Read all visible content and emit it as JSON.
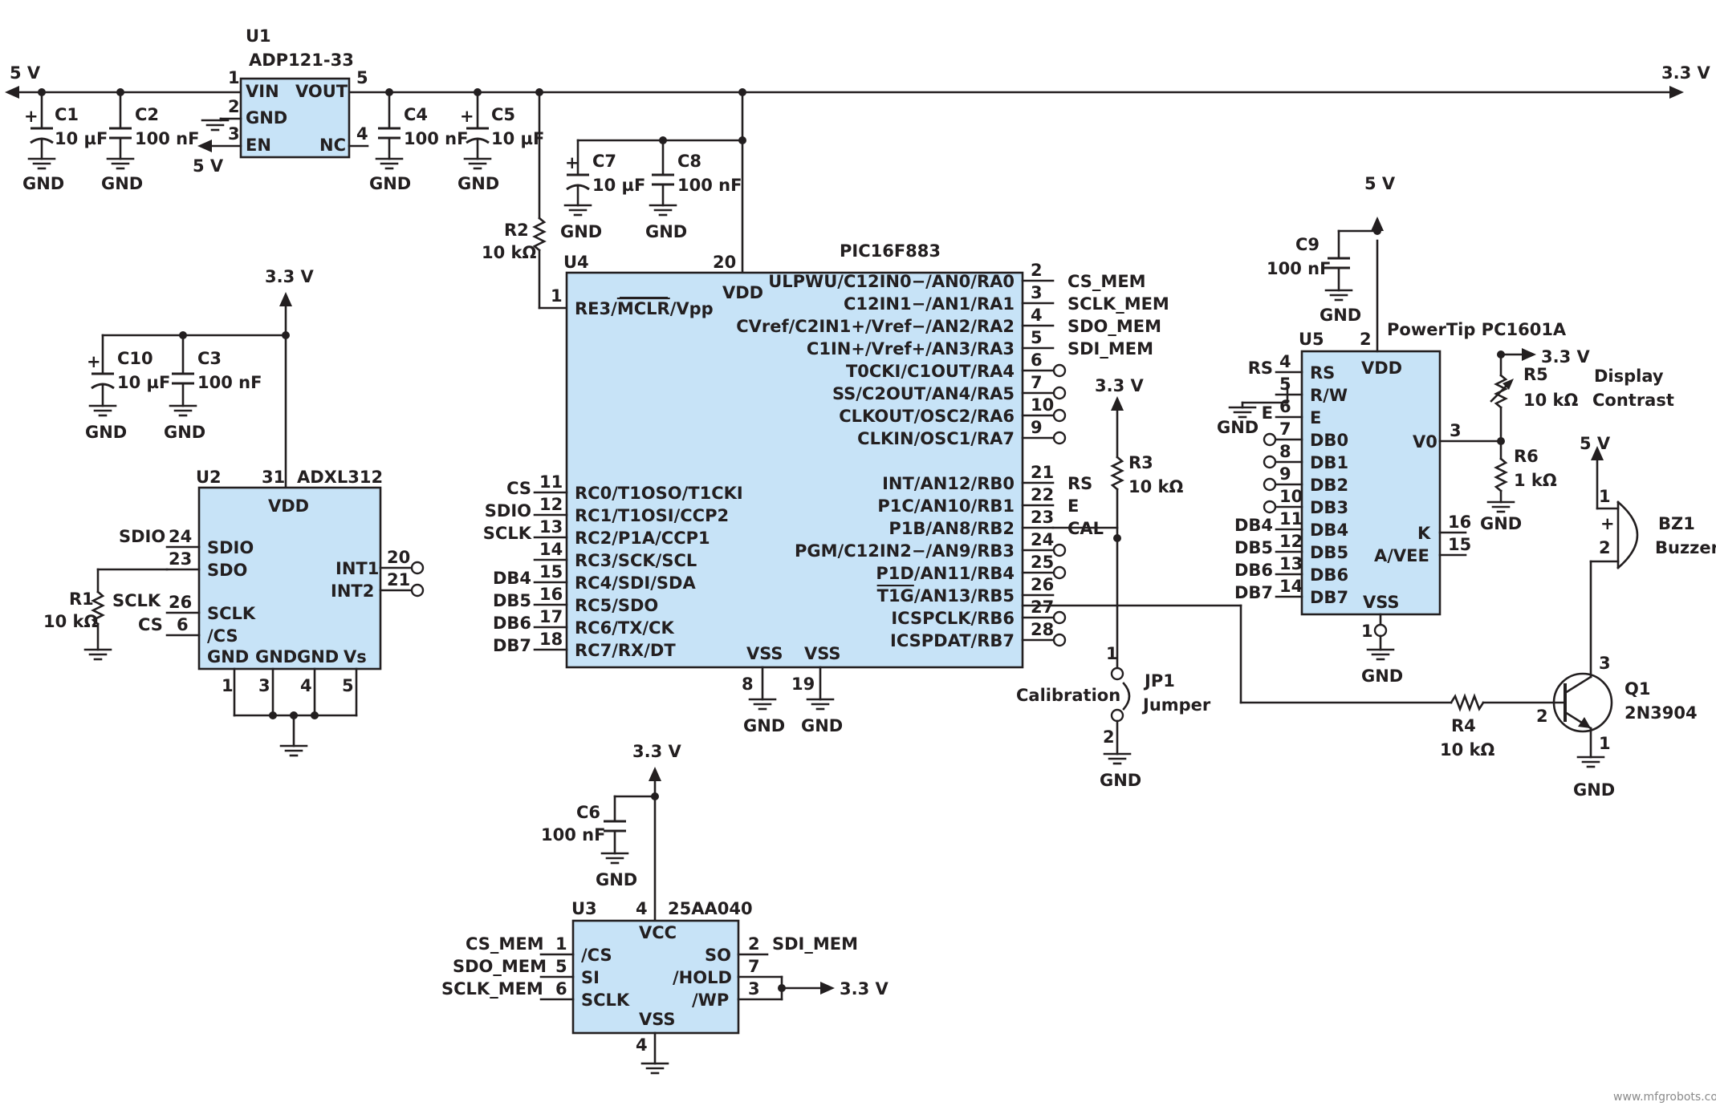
{
  "rails": {
    "rail_5v_left": "5 V",
    "rail_3v3_right": "3.3 V"
  },
  "u1": {
    "ref": "U1",
    "part": "ADP121-33",
    "pins": {
      "vin": "VIN",
      "gnd": "GND",
      "en": "EN",
      "vout": "VOUT",
      "nc": "NC",
      "n1": "1",
      "n2": "2",
      "n3": "3",
      "n4": "4",
      "n5": "5"
    },
    "en_supply": "5 V"
  },
  "caps": {
    "c1": {
      "ref": "C1",
      "value": "10 µF"
    },
    "c2": {
      "ref": "C2",
      "value": "100 nF"
    },
    "c4": {
      "ref": "C4",
      "value": "100 nF"
    },
    "c5": {
      "ref": "C5",
      "value": "10 µF"
    },
    "c7": {
      "ref": "C7",
      "value": "10 µF"
    },
    "c8": {
      "ref": "C8",
      "value": "100 nF"
    },
    "c9": {
      "ref": "C9",
      "value": "100 nF"
    },
    "c10": {
      "ref": "C10",
      "value": "10 µF"
    },
    "c3": {
      "ref": "C3",
      "value": "100 nF"
    },
    "c6": {
      "ref": "C6",
      "value": "100 nF"
    }
  },
  "res": {
    "r1": {
      "ref": "R1",
      "value": "10 kΩ"
    },
    "r2": {
      "ref": "R2",
      "value": "10 kΩ"
    },
    "r3": {
      "ref": "R3",
      "value": "10 kΩ"
    },
    "r4": {
      "ref": "R4",
      "value": "10 kΩ"
    },
    "r5": {
      "ref": "R5",
      "value": "10 kΩ"
    },
    "r6": {
      "ref": "R6",
      "value": "1 kΩ"
    }
  },
  "gnd": "GND",
  "plus": "+",
  "supply_3v3": "3.3 V",
  "supply_5v": "5 V",
  "u4": {
    "ref": "U4",
    "part": "PIC16F883",
    "vdd": "VDD",
    "vss": "VSS",
    "pin_vdd": "20",
    "pin_mclr": "1",
    "pin_vss1": "8",
    "pin_vss2": "19",
    "mclr_pre": "RE3/",
    "mclr_bar": "MCLR",
    "mclr_post": "/Vpp",
    "right": [
      {
        "num": "2",
        "label": "ULPWU/C12IN0−/AN0/RA0",
        "net": "CS_MEM"
      },
      {
        "num": "3",
        "label": "C12IN1−/AN1/RA1",
        "net": "SCLK_MEM"
      },
      {
        "num": "4",
        "label": "CVref/C2IN1+/Vref−/AN2/RA2",
        "net": "SDO_MEM"
      },
      {
        "num": "5",
        "label": "C1IN+/Vref+/AN3/RA3",
        "net": "SDI_MEM"
      },
      {
        "num": "6",
        "label": "T0CKI/C1OUT/RA4",
        "net": ""
      },
      {
        "num": "7",
        "label": "SS/C2OUT/AN4/RA5",
        "net": ""
      },
      {
        "num": "10",
        "label": "CLKOUT/OSC2/RA6",
        "net": ""
      },
      {
        "num": "9",
        "label": "CLKIN/OSC1/RA7",
        "net": ""
      },
      {
        "num": "21",
        "label": "INT/AN12/RB0",
        "net": "RS"
      },
      {
        "num": "22",
        "label": "P1C/AN10/RB1",
        "net": "E"
      },
      {
        "num": "23",
        "label": "P1B/AN8/RB2",
        "net": "CAL"
      },
      {
        "num": "24",
        "label": "PGM/C12IN2−/AN9/RB3",
        "net": ""
      },
      {
        "num": "25",
        "label": "P1D/AN11/RB4",
        "net": ""
      },
      {
        "num": "26",
        "label": "/AN13/RB5",
        "net": "",
        "bar": "T1G"
      },
      {
        "num": "27",
        "label": "ICSPCLK/RB6",
        "net": ""
      },
      {
        "num": "28",
        "label": "ICSPDAT/RB7",
        "net": ""
      }
    ],
    "left": [
      {
        "num": "11",
        "label": "RC0/T1OSO/T1CKI",
        "net": "CS"
      },
      {
        "num": "12",
        "label": "RC1/T1OSI/CCP2",
        "net": "SDIO"
      },
      {
        "num": "13",
        "label": "RC2/P1A/CCP1",
        "net": "SCLK"
      },
      {
        "num": "14",
        "label": "RC3/SCK/SCL",
        "net": ""
      },
      {
        "num": "15",
        "label": "RC4/SDI/SDA",
        "net": "DB4"
      },
      {
        "num": "16",
        "label": "RC5/SDO",
        "net": "DB5"
      },
      {
        "num": "17",
        "label": "RC6/TX/CK",
        "net": "DB6"
      },
      {
        "num": "18",
        "label": "RC7/RX/DT",
        "net": "DB7"
      }
    ]
  },
  "u2": {
    "ref": "U2",
    "part": "ADXL312",
    "vdd": "VDD",
    "pin_vdd": "31",
    "sdio": "SDIO",
    "sdo": "SDO",
    "sclk": "SCLK",
    "cs": "/CS",
    "int1": "INT1",
    "int2": "INT2",
    "n24": "24",
    "n23": "23",
    "n26": "26",
    "n6": "6",
    "n20": "20",
    "n21": "21",
    "bottom": [
      "GND",
      "GND",
      "GND",
      "Vs"
    ],
    "bottom_pins": [
      "1",
      "3",
      "4",
      "5"
    ],
    "net_sdio": "SDIO",
    "net_sclk": "SCLK",
    "net_cs": "CS"
  },
  "u3": {
    "ref": "U3",
    "part": "25AA040",
    "vcc": "VCC",
    "vss": "VSS",
    "pin_vcc": "4",
    "pin_vss": "4",
    "cs": "/CS",
    "si": "SI",
    "sclk": "SCLK",
    "so": "SO",
    "hold": "/HOLD",
    "wp": "/WP",
    "n1": "1",
    "n5": "5",
    "n6": "6",
    "n2": "2",
    "n7": "7",
    "n3": "3",
    "net_cs": "CS_MEM",
    "net_si": "SDO_MEM",
    "net_sclk": "SCLK_MEM",
    "net_so": "SDI_MEM"
  },
  "u5": {
    "ref": "U5",
    "part": "PowerTip PC1601A",
    "vdd": "VDD",
    "pin_vdd": "2",
    "left": [
      {
        "num": "4",
        "label": "RS",
        "net": "RS"
      },
      {
        "num": "5",
        "label": "R/W",
        "net": ""
      },
      {
        "num": "6",
        "label": "E",
        "net": "E"
      },
      {
        "num": "7",
        "label": "DB0",
        "net": ""
      },
      {
        "num": "8",
        "label": "DB1",
        "net": ""
      },
      {
        "num": "9",
        "label": "DB2",
        "net": ""
      },
      {
        "num": "10",
        "label": "DB3",
        "net": ""
      },
      {
        "num": "11",
        "label": "DB4",
        "net": "DB4"
      },
      {
        "num": "12",
        "label": "DB5",
        "net": "DB5"
      },
      {
        "num": "13",
        "label": "DB6",
        "net": "DB6"
      },
      {
        "num": "14",
        "label": "DB7",
        "net": "DB7"
      }
    ],
    "v0": "V0",
    "n3": "3",
    "k": "K",
    "n16": "16",
    "avee": "A/VEE",
    "n15": "15",
    "vss": "VSS",
    "n1": "1"
  },
  "contrast": {
    "line1": "Display",
    "line2": "Contrast"
  },
  "jp1": {
    "ref": "JP1",
    "name": "Jumper",
    "label": "Calibration",
    "n1": "1",
    "n2": "2"
  },
  "bz1": {
    "ref": "BZ1",
    "name": "Buzzer",
    "n1": "1",
    "n2": "2"
  },
  "q1": {
    "ref": "Q1",
    "part": "2N3904",
    "n1": "1",
    "n2": "2",
    "n3": "3"
  },
  "watermark": "www.mfgrobots.com"
}
